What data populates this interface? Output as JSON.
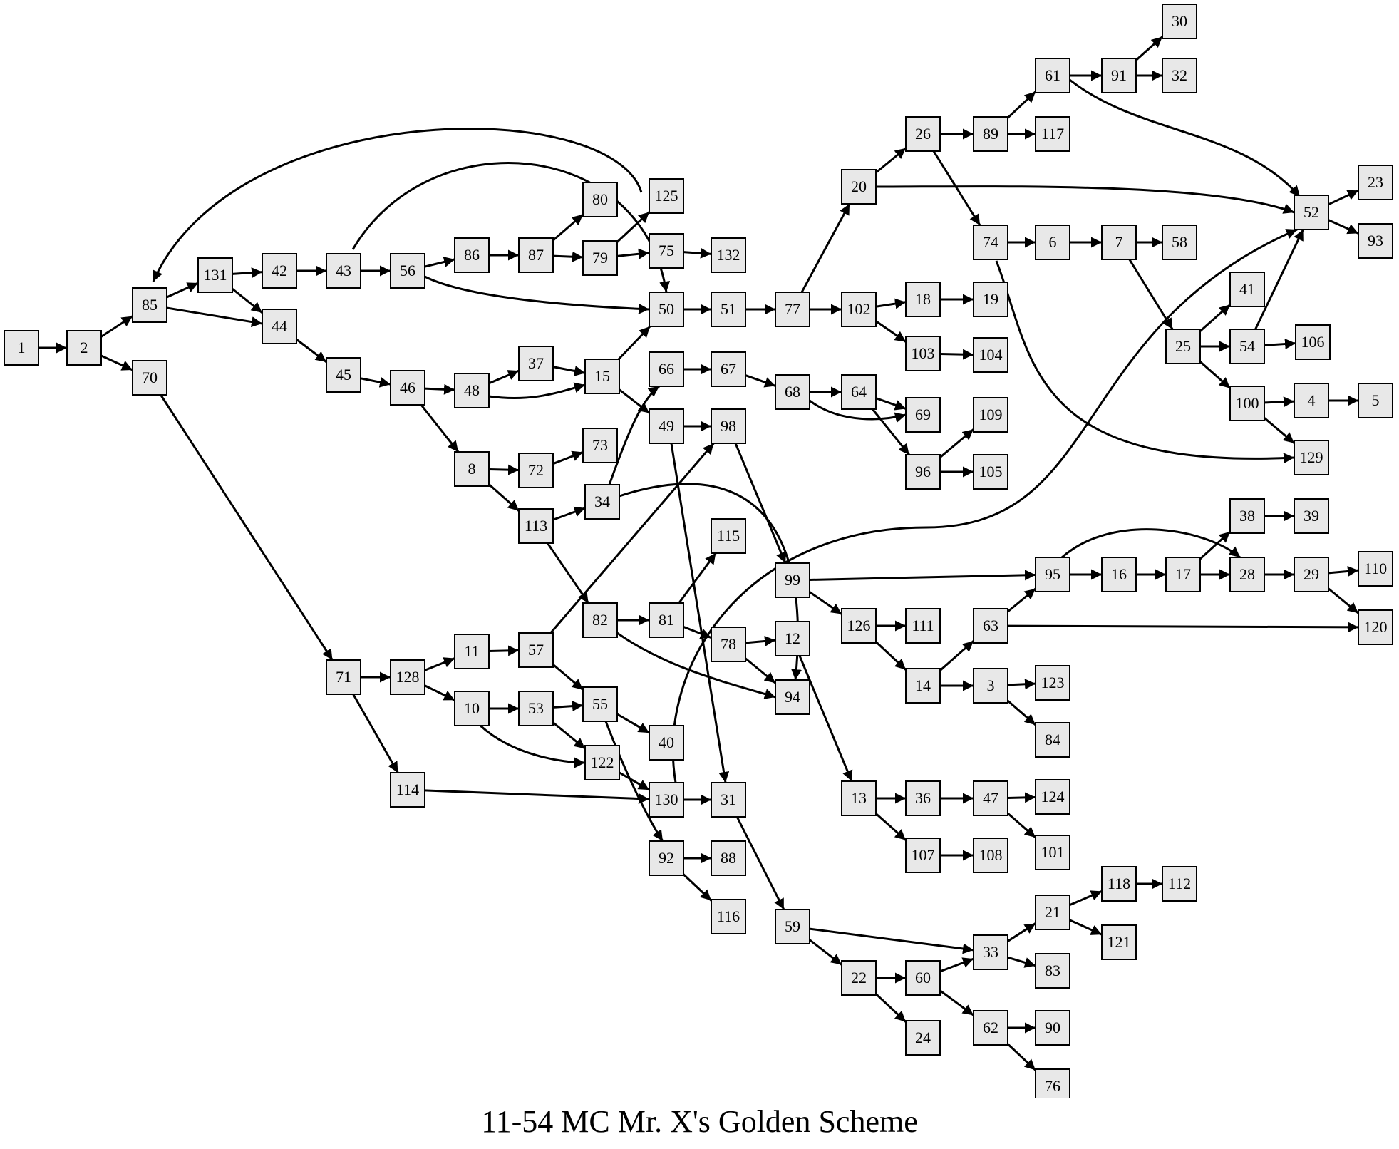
{
  "title": "11-54 MC Mr. X's Golden Scheme",
  "nodes": [
    "1",
    "2",
    "3",
    "4",
    "5",
    "6",
    "7",
    "8",
    "10",
    "11",
    "12",
    "13",
    "14",
    "15",
    "16",
    "17",
    "18",
    "19",
    "20",
    "21",
    "22",
    "23",
    "24",
    "25",
    "26",
    "28",
    "29",
    "30",
    "31",
    "32",
    "33",
    "34",
    "36",
    "37",
    "38",
    "39",
    "40",
    "41",
    "42",
    "43",
    "44",
    "45",
    "46",
    "47",
    "48",
    "49",
    "50",
    "51",
    "52",
    "53",
    "54",
    "55",
    "56",
    "57",
    "58",
    "59",
    "60",
    "61",
    "62",
    "63",
    "64",
    "66",
    "67",
    "68",
    "69",
    "70",
    "71",
    "72",
    "73",
    "74",
    "75",
    "76",
    "77",
    "78",
    "79",
    "80",
    "81",
    "82",
    "83",
    "84",
    "85",
    "86",
    "87",
    "88",
    "89",
    "90",
    "91",
    "92",
    "93",
    "94",
    "95",
    "96",
    "98",
    "99",
    "100",
    "101",
    "102",
    "103",
    "104",
    "105",
    "106",
    "107",
    "108",
    "109",
    "110",
    "111",
    "112",
    "113",
    "114",
    "115",
    "116",
    "117",
    "118",
    "120",
    "121",
    "122",
    "123",
    "124",
    "125",
    "126",
    "128",
    "129",
    "130",
    "131",
    "132"
  ],
  "edges": [
    [
      "1",
      "2"
    ],
    [
      "2",
      "85"
    ],
    [
      "2",
      "70"
    ],
    [
      "85",
      "131"
    ],
    [
      "85",
      "44"
    ],
    [
      "131",
      "42"
    ],
    [
      "131",
      "44"
    ],
    [
      "42",
      "43"
    ],
    [
      "43",
      "56"
    ],
    [
      "43",
      "50"
    ],
    [
      "56",
      "86"
    ],
    [
      "56",
      "50"
    ],
    [
      "86",
      "87"
    ],
    [
      "87",
      "80"
    ],
    [
      "87",
      "79"
    ],
    [
      "79",
      "125"
    ],
    [
      "79",
      "75"
    ],
    [
      "75",
      "132"
    ],
    [
      "75",
      "85"
    ],
    [
      "44",
      "45"
    ],
    [
      "45",
      "46"
    ],
    [
      "46",
      "48"
    ],
    [
      "46",
      "8"
    ],
    [
      "48",
      "37"
    ],
    [
      "48",
      "15"
    ],
    [
      "37",
      "15"
    ],
    [
      "15",
      "50"
    ],
    [
      "15",
      "49"
    ],
    [
      "50",
      "51"
    ],
    [
      "51",
      "77"
    ],
    [
      "77",
      "20"
    ],
    [
      "77",
      "102"
    ],
    [
      "20",
      "26"
    ],
    [
      "20",
      "52"
    ],
    [
      "26",
      "89"
    ],
    [
      "26",
      "74"
    ],
    [
      "89",
      "61"
    ],
    [
      "89",
      "117"
    ],
    [
      "61",
      "91"
    ],
    [
      "61",
      "52"
    ],
    [
      "91",
      "30"
    ],
    [
      "91",
      "32"
    ],
    [
      "52",
      "23"
    ],
    [
      "52",
      "93"
    ],
    [
      "74",
      "6"
    ],
    [
      "74",
      "129"
    ],
    [
      "6",
      "7"
    ],
    [
      "7",
      "58"
    ],
    [
      "7",
      "25"
    ],
    [
      "25",
      "41"
    ],
    [
      "25",
      "54"
    ],
    [
      "25",
      "100"
    ],
    [
      "54",
      "52"
    ],
    [
      "54",
      "106"
    ],
    [
      "100",
      "4"
    ],
    [
      "100",
      "129"
    ],
    [
      "4",
      "5"
    ],
    [
      "102",
      "18"
    ],
    [
      "102",
      "103"
    ],
    [
      "18",
      "19"
    ],
    [
      "103",
      "104"
    ],
    [
      "66",
      "67"
    ],
    [
      "67",
      "68"
    ],
    [
      "68",
      "64"
    ],
    [
      "68",
      "69"
    ],
    [
      "64",
      "69"
    ],
    [
      "64",
      "96"
    ],
    [
      "96",
      "109"
    ],
    [
      "96",
      "105"
    ],
    [
      "49",
      "98"
    ],
    [
      "49",
      "31"
    ],
    [
      "98",
      "99"
    ],
    [
      "99",
      "95"
    ],
    [
      "99",
      "126"
    ],
    [
      "95",
      "16"
    ],
    [
      "95",
      "28"
    ],
    [
      "16",
      "17"
    ],
    [
      "17",
      "38"
    ],
    [
      "17",
      "28"
    ],
    [
      "38",
      "39"
    ],
    [
      "28",
      "29"
    ],
    [
      "29",
      "110"
    ],
    [
      "29",
      "120"
    ],
    [
      "126",
      "111"
    ],
    [
      "126",
      "14"
    ],
    [
      "14",
      "63"
    ],
    [
      "14",
      "3"
    ],
    [
      "63",
      "95"
    ],
    [
      "63",
      "120"
    ],
    [
      "3",
      "123"
    ],
    [
      "3",
      "84"
    ],
    [
      "8",
      "72"
    ],
    [
      "8",
      "113"
    ],
    [
      "72",
      "73"
    ],
    [
      "113",
      "34"
    ],
    [
      "113",
      "82"
    ],
    [
      "34",
      "66"
    ],
    [
      "34",
      "94"
    ],
    [
      "82",
      "81"
    ],
    [
      "82",
      "94"
    ],
    [
      "81",
      "115"
    ],
    [
      "81",
      "78"
    ],
    [
      "78",
      "12"
    ],
    [
      "78",
      "94"
    ],
    [
      "12",
      "13"
    ],
    [
      "13",
      "36"
    ],
    [
      "13",
      "107"
    ],
    [
      "36",
      "47"
    ],
    [
      "47",
      "124"
    ],
    [
      "47",
      "101"
    ],
    [
      "107",
      "108"
    ],
    [
      "70",
      "71"
    ],
    [
      "71",
      "128"
    ],
    [
      "71",
      "114"
    ],
    [
      "128",
      "11"
    ],
    [
      "128",
      "10"
    ],
    [
      "11",
      "57"
    ],
    [
      "57",
      "98"
    ],
    [
      "57",
      "55"
    ],
    [
      "10",
      "53"
    ],
    [
      "10",
      "122"
    ],
    [
      "53",
      "55"
    ],
    [
      "53",
      "122"
    ],
    [
      "55",
      "40"
    ],
    [
      "55",
      "92"
    ],
    [
      "122",
      "130"
    ],
    [
      "114",
      "130"
    ],
    [
      "130",
      "31"
    ],
    [
      "130",
      "52"
    ],
    [
      "92",
      "88"
    ],
    [
      "92",
      "116"
    ],
    [
      "31",
      "59"
    ],
    [
      "59",
      "33"
    ],
    [
      "59",
      "22"
    ],
    [
      "22",
      "60"
    ],
    [
      "22",
      "24"
    ],
    [
      "60",
      "33"
    ],
    [
      "60",
      "62"
    ],
    [
      "33",
      "21"
    ],
    [
      "33",
      "83"
    ],
    [
      "21",
      "118"
    ],
    [
      "21",
      "121"
    ],
    [
      "118",
      "112"
    ],
    [
      "62",
      "90"
    ],
    [
      "62",
      "76"
    ]
  ]
}
